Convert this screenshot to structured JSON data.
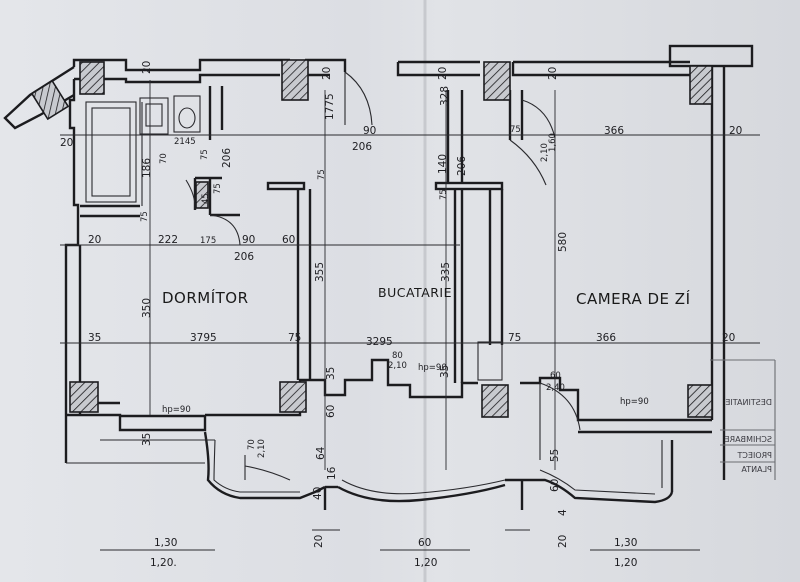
{
  "rooms": {
    "dormitor": "DORMÍTOR",
    "bucatarie": "BUCATARIE",
    "camera": "CAMERA  DE ZÍ"
  },
  "dimensions": {
    "top_20a": "20",
    "top_20b": "20",
    "top_20c": "20",
    "top_20d": "20",
    "h1775": "1775",
    "h328": "328",
    "h20_right": "20",
    "h20_left": "20",
    "d90": "90",
    "d206a": "206",
    "d75a": "75",
    "d160": "1,60",
    "d210a": "2,10",
    "d366a": "366",
    "d20r": "20",
    "d214": "2145",
    "d70a": "70",
    "d75b": "75",
    "d186": "186",
    "d206b": "206",
    "d45": "45",
    "d75c": "75",
    "d140": "140",
    "d206c": "206",
    "d75d": "75",
    "d75e": "75",
    "d75f": "75",
    "d20b": "20",
    "d222": "222",
    "d175": "175",
    "d90b": "90",
    "d60a": "60",
    "d206d": "206",
    "d355": "355",
    "d335": "335",
    "d580": "580",
    "d350": "350",
    "d35a": "35",
    "d379": "3795",
    "d75g": "75",
    "d329": "3295",
    "d75h": "75",
    "d366b": "366",
    "d20c": "20",
    "d80a": "80",
    "d210b": "2,10",
    "hp90a": "hp=90",
    "d35b": "35",
    "d60b": "60",
    "d240": "2,40",
    "hp90b": "hp=90",
    "d35c": "35",
    "d60c": "60",
    "d35d": "35",
    "d70b": "70",
    "d210c": "2,10",
    "d64": "64",
    "d16": "16",
    "d40": "40",
    "d55": "55",
    "d60d": "60",
    "d4": "4",
    "d20e": "20",
    "d20f": "20",
    "b130a": "1,30",
    "b120a": "1,20.",
    "b60": "60",
    "b120b": "1,20",
    "b130b": "1,30",
    "b120c": "1,20"
  },
  "stamp": {
    "l1": "PLANTA",
    "l2": "PROIECT",
    "l3": "SCHIMBARE",
    "l4": "DESTINATIE"
  }
}
